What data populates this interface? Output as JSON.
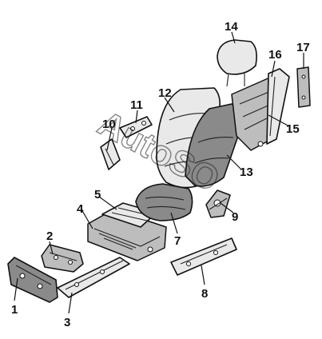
{
  "diagram": {
    "callouts": [
      {
        "id": "c1",
        "label": "1"
      },
      {
        "id": "c2",
        "label": "2"
      },
      {
        "id": "c3",
        "label": "3"
      },
      {
        "id": "c4",
        "label": "4"
      },
      {
        "id": "c5",
        "label": "5"
      },
      {
        "id": "c7",
        "label": "7"
      },
      {
        "id": "c8",
        "label": "8"
      },
      {
        "id": "c9",
        "label": "9"
      },
      {
        "id": "c10",
        "label": "10"
      },
      {
        "id": "c11",
        "label": "11"
      },
      {
        "id": "c12",
        "label": "12"
      },
      {
        "id": "c13",
        "label": "13"
      },
      {
        "id": "c14",
        "label": "14"
      },
      {
        "id": "c15",
        "label": "15"
      },
      {
        "id": "c16",
        "label": "16"
      },
      {
        "id": "c17",
        "label": "17"
      }
    ],
    "watermark": "AutoSO"
  }
}
